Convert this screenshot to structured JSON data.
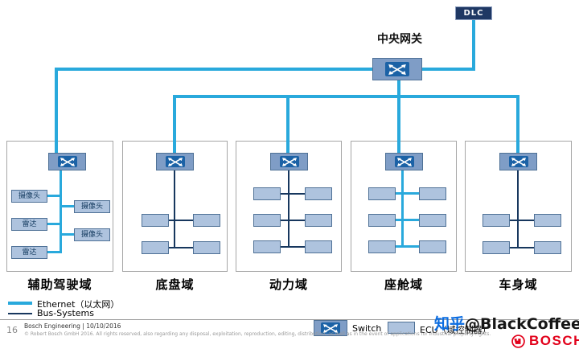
{
  "header": {
    "dlc_label": "DLC",
    "gateway_label": "中央网关"
  },
  "domains": [
    {
      "label": "辅助驾驶域",
      "ecus_left": [
        "摄像头",
        "雷达",
        "雷达"
      ],
      "ecus_right": [
        "摄像头",
        "摄像头"
      ]
    },
    {
      "label": "底盘域"
    },
    {
      "label": "动力域"
    },
    {
      "label": "座舱域"
    },
    {
      "label": "车身域"
    }
  ],
  "legend": {
    "ethernet_label": "Ethernet（以太网）",
    "bus_label": "Bus-Systems",
    "switch_label": "Switch",
    "ecu_label": "ECU（域控制器）"
  },
  "watermark": {
    "brand": "知乎",
    "handle": "@BlackCoffee"
  },
  "footer": {
    "left_text": "Bosch Engineering | 10/10/2016",
    "copyright": "© Robert Bosch GmbH 2016. All rights reserved, also regarding any disposal, exploitation, reproduction, editing, distribution, as well as in the event of applications for industrial property rights.",
    "page_number": "16",
    "brand": "BOSCH"
  },
  "colors": {
    "ethernet": "#29A9DC",
    "bus": "#17375E",
    "bosch_red": "#E2001A",
    "switch_fill": "#7F9DC6",
    "switch_core": "#1B62A6",
    "ecu_fill": "#AEC3DE",
    "dlc_fill": "#1F3864"
  }
}
